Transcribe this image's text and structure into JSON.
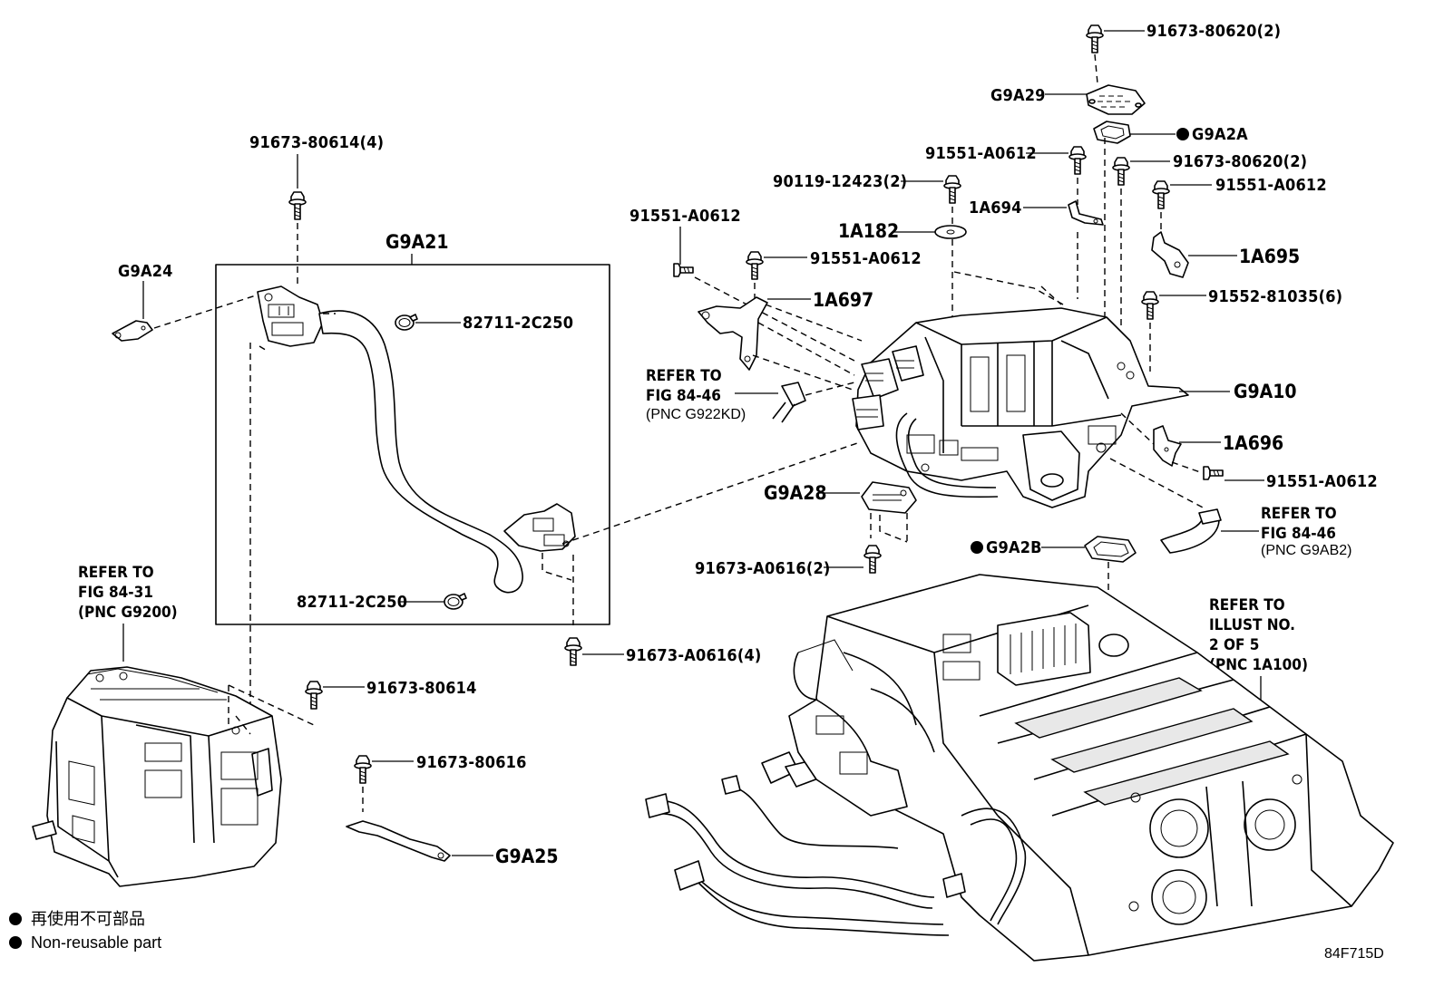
{
  "labels": {
    "p91673_80620_top": "91673-80620(2)",
    "g9a29": "G9A29",
    "g9a2a": "G9A2A",
    "p91551_a0612_top": "91551-A0612",
    "p91673_80620_mid": "91673-80620(2)",
    "p90119_12423": "90119-12423(2)",
    "p91551_a0612_right1": "91551-A0612",
    "p1a694": "1A694",
    "p1a182": "1A182",
    "p91673_80614_4": "91673-80614(4)",
    "g9a24": "G9A24",
    "g9a21": "G9A21",
    "p91551_a0612_left": "91551-A0612",
    "p91551_a0612_mid": "91551-A0612",
    "p1a695": "1A695",
    "p91552_81035": "91552-81035(6)",
    "p82711_2c250_top": "82711-2C250",
    "p1a697": "1A697",
    "g9a10": "G9A10",
    "p1a696": "1A696",
    "p91551_a0612_right2": "91551-A0612",
    "g9a28": "G9A28",
    "g9a2b": "G9A2B",
    "p91673_a0616_2": "91673-A0616(2)",
    "p82711_2c250_bottom": "82711-2C250",
    "p91673_a0616_4": "91673-A0616(4)",
    "p91673_80614": "91673-80614",
    "p91673_80616": "91673-80616",
    "g9a25": "G9A25"
  },
  "refs": {
    "ref_84_46_a": [
      "REFER TO",
      "FIG 84-46",
      "(PNC G922KD)"
    ],
    "ref_84_46_b": [
      "REFER TO",
      "FIG 84-46",
      "(PNC G9AB2)"
    ],
    "ref_84_31": [
      "REFER TO",
      "FIG 84-31",
      "(PNC G9200)"
    ],
    "ref_illust": [
      "REFER TO",
      "ILLUST NO.",
      "2 OF 5",
      "(PNC 1A100)"
    ]
  },
  "legend": {
    "jp": "再使用不可部品",
    "en": "Non-reusable part"
  },
  "figure_code": "84F715D",
  "icons": [
    "bolt-icon",
    "clamp-icon",
    "gasket-icon",
    "bracket-icon",
    "non-reusable-dot-icon"
  ]
}
